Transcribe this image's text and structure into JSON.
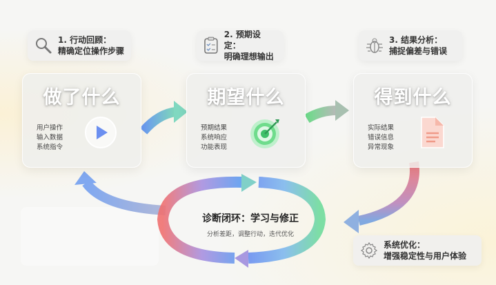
{
  "steps": [
    {
      "title": "1. 行动回顾：",
      "subtitle": "精确定位操作步骤",
      "icon": "search-icon"
    },
    {
      "title": "2. 预期设定：",
      "subtitle": "明确理想输出",
      "icon": "checklist-icon"
    },
    {
      "title": "3. 结果分析：",
      "subtitle": "捕捉偏差与错误",
      "icon": "bug-icon"
    }
  ],
  "cards": [
    {
      "heading": "做了什么",
      "items": [
        "用户操作",
        "输入数据",
        "系统指令"
      ],
      "icon": "play-icon"
    },
    {
      "heading": "期望什么",
      "items": [
        "预期结果",
        "系统响应",
        "功能表现"
      ],
      "icon": "target-icon"
    },
    {
      "heading": "得到什么",
      "items": [
        "实际结果",
        "错误信息",
        "异常现象"
      ],
      "icon": "document-icon"
    }
  ],
  "loop": {
    "title": "诊断闭环：学习与修正",
    "subtitle": "分析差距，调整行动，迭代优化"
  },
  "optimization": {
    "title": "系统优化：",
    "subtitle": "增强稳定性与用户体验",
    "icon": "gear-icon"
  },
  "colors": {
    "blue": "#5b8ff0",
    "green": "#5fd88a",
    "red": "#f07070",
    "purple": "#a08ae0"
  }
}
